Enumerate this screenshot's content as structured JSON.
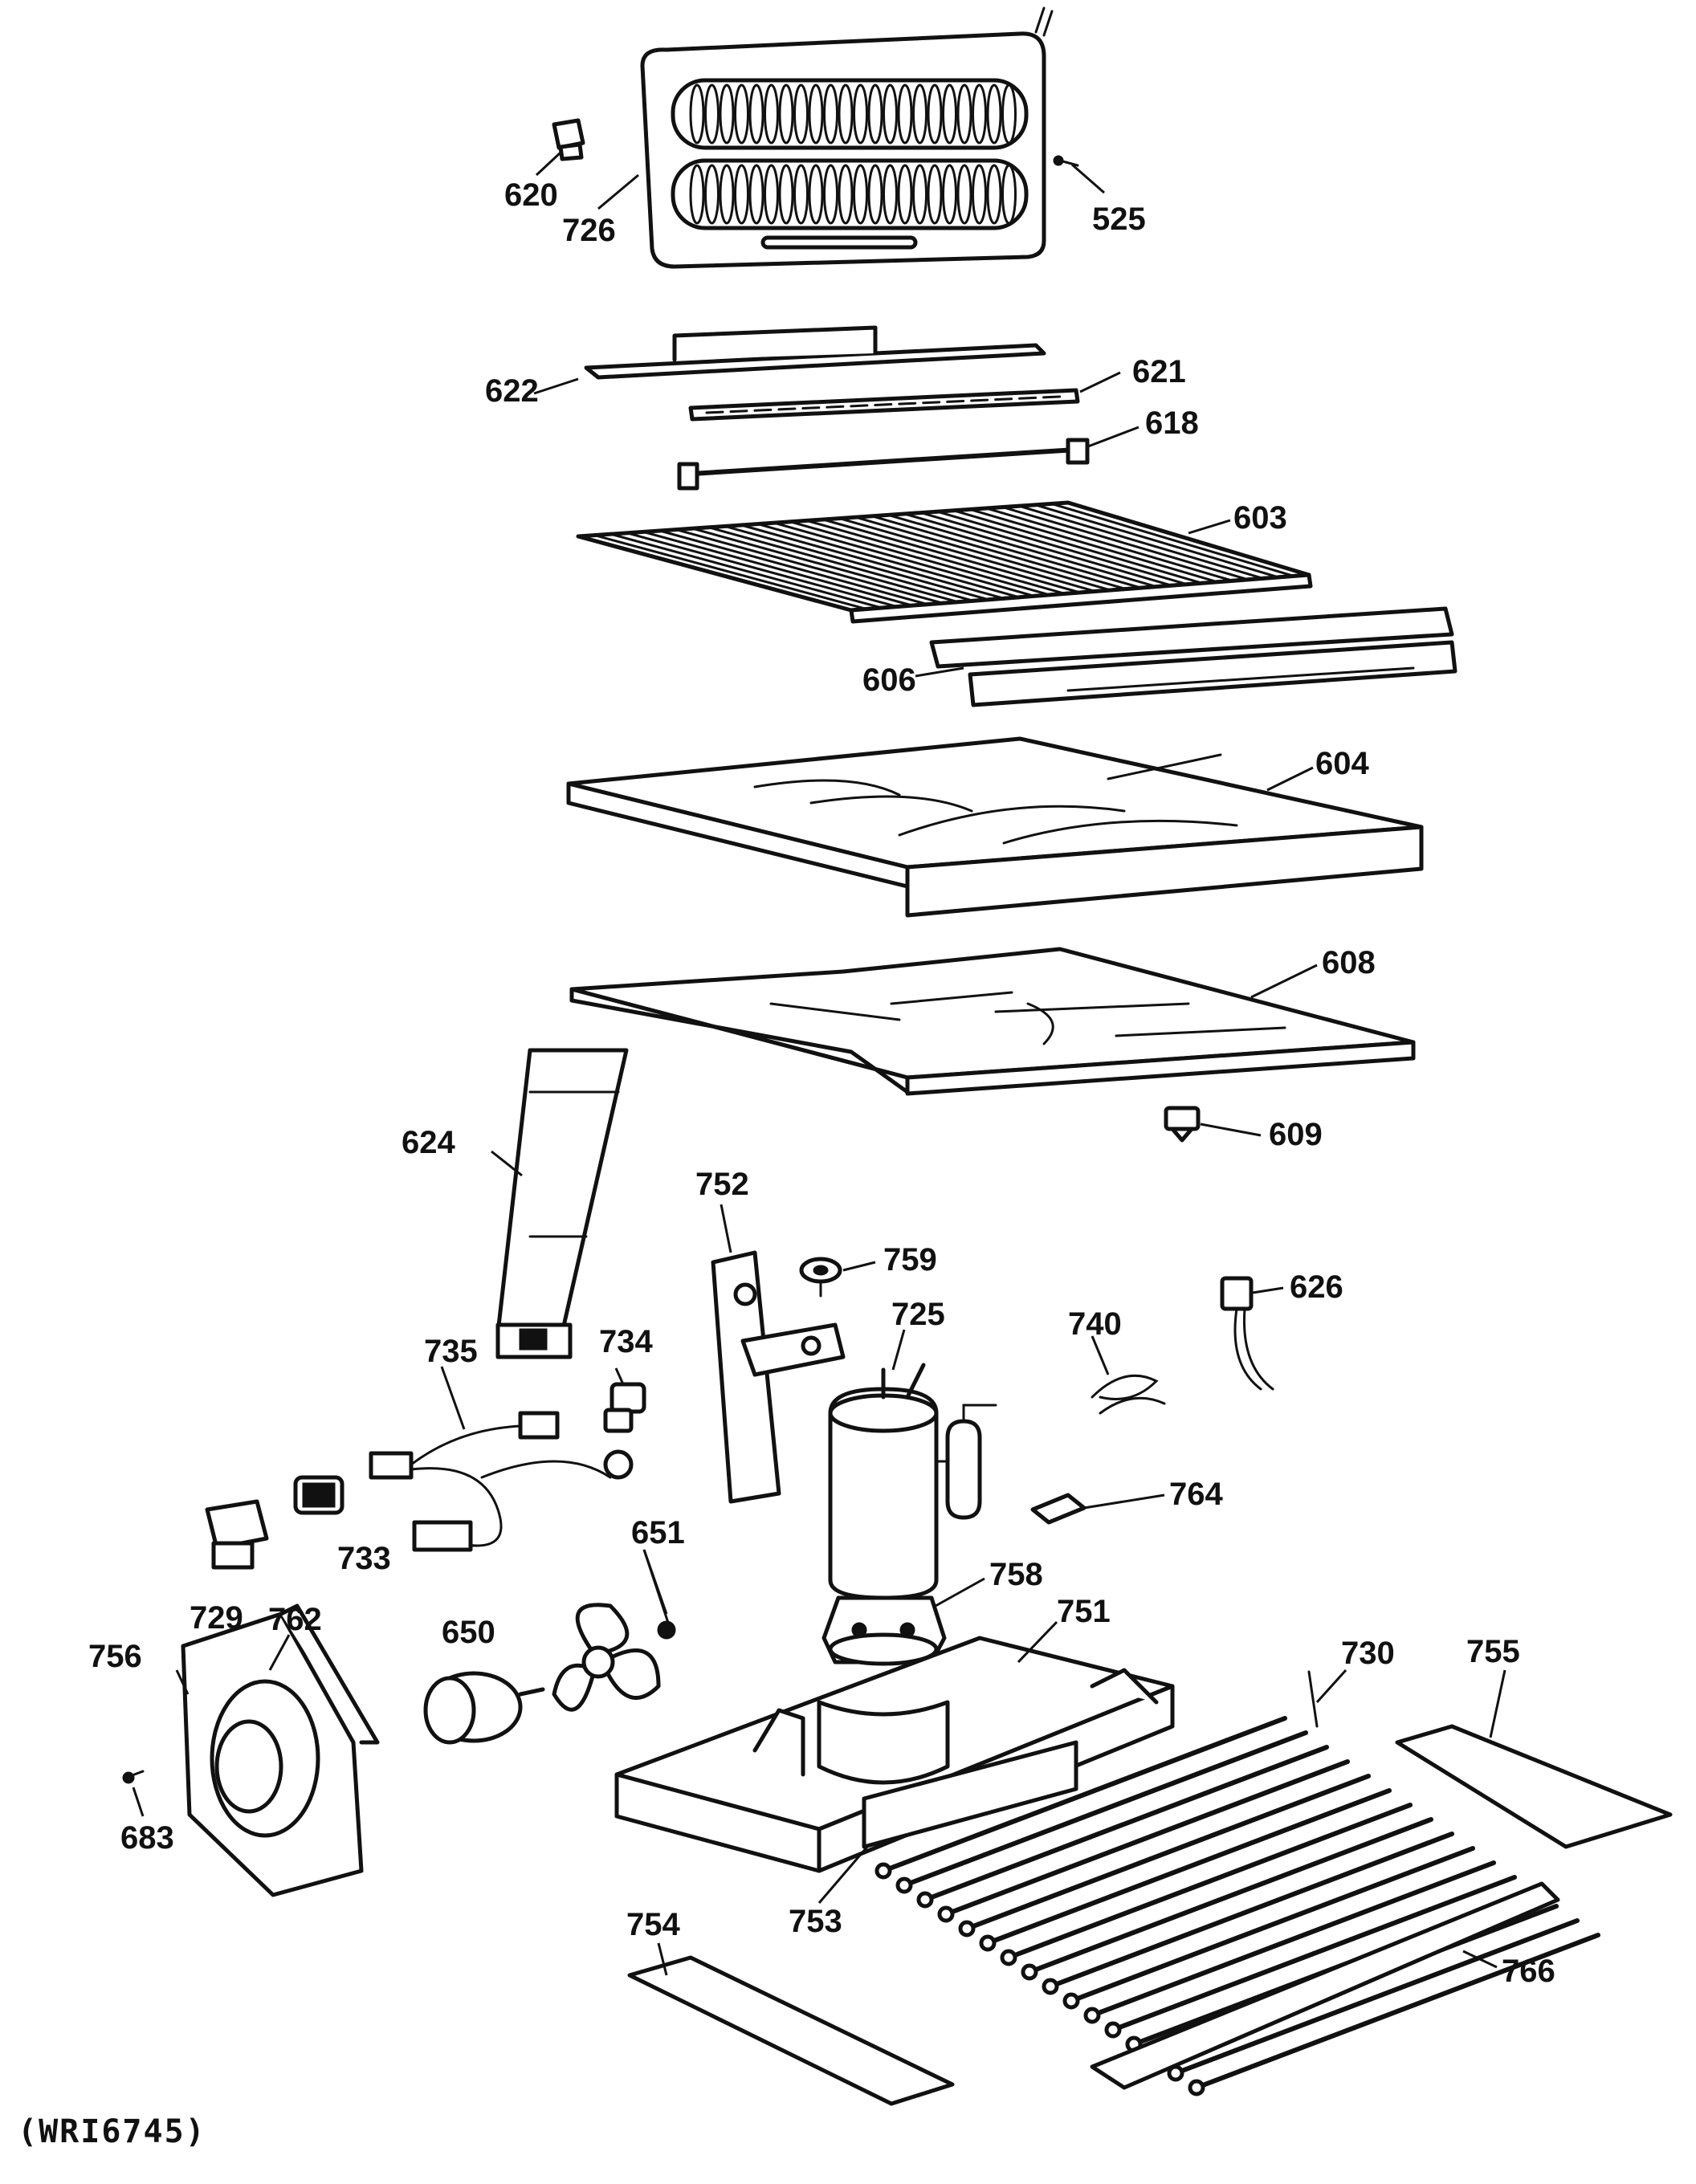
{
  "diagram": {
    "footer_code": "(WRI6745)",
    "callouts": {
      "p620": "620",
      "p726": "726",
      "p525": "525",
      "p622": "622",
      "p621": "621",
      "p618": "618",
      "p603": "603",
      "p606": "606",
      "p604": "604",
      "p608": "608",
      "p609": "609",
      "p624": "624",
      "p752": "752",
      "p759": "759",
      "p725": "725",
      "p740": "740",
      "p626": "626",
      "p735": "735",
      "p734": "734",
      "p764": "764",
      "p733": "733",
      "p729": "729",
      "p651": "651",
      "p758": "758",
      "p751": "751",
      "p650": "650",
      "p762": "762",
      "p756": "756",
      "p730": "730",
      "p755": "755",
      "p683": "683",
      "p754": "754",
      "p753": "753",
      "p766": "766"
    }
  }
}
